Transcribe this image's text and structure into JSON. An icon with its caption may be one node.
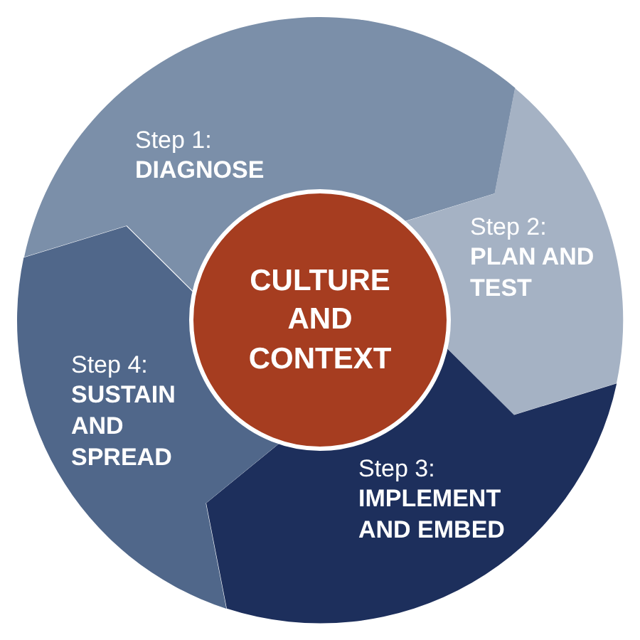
{
  "diagram": {
    "nodes": [
      {
        "text": [
          "Step 1:",
          "DIAGNOSE"
        ]
      },
      {
        "text": [
          "Step 2:",
          "PLAN AND TEST"
        ]
      },
      {
        "text": [
          "Step 3:",
          "IMPLEMENT AND EMBED"
        ]
      },
      {
        "text": [
          "Step 4:",
          "SUSTAIN AND SPREAD"
        ]
      },
      {
        "text": [
          "CULTURE AND CONTEXT"
        ]
      }
    ]
  }
}
